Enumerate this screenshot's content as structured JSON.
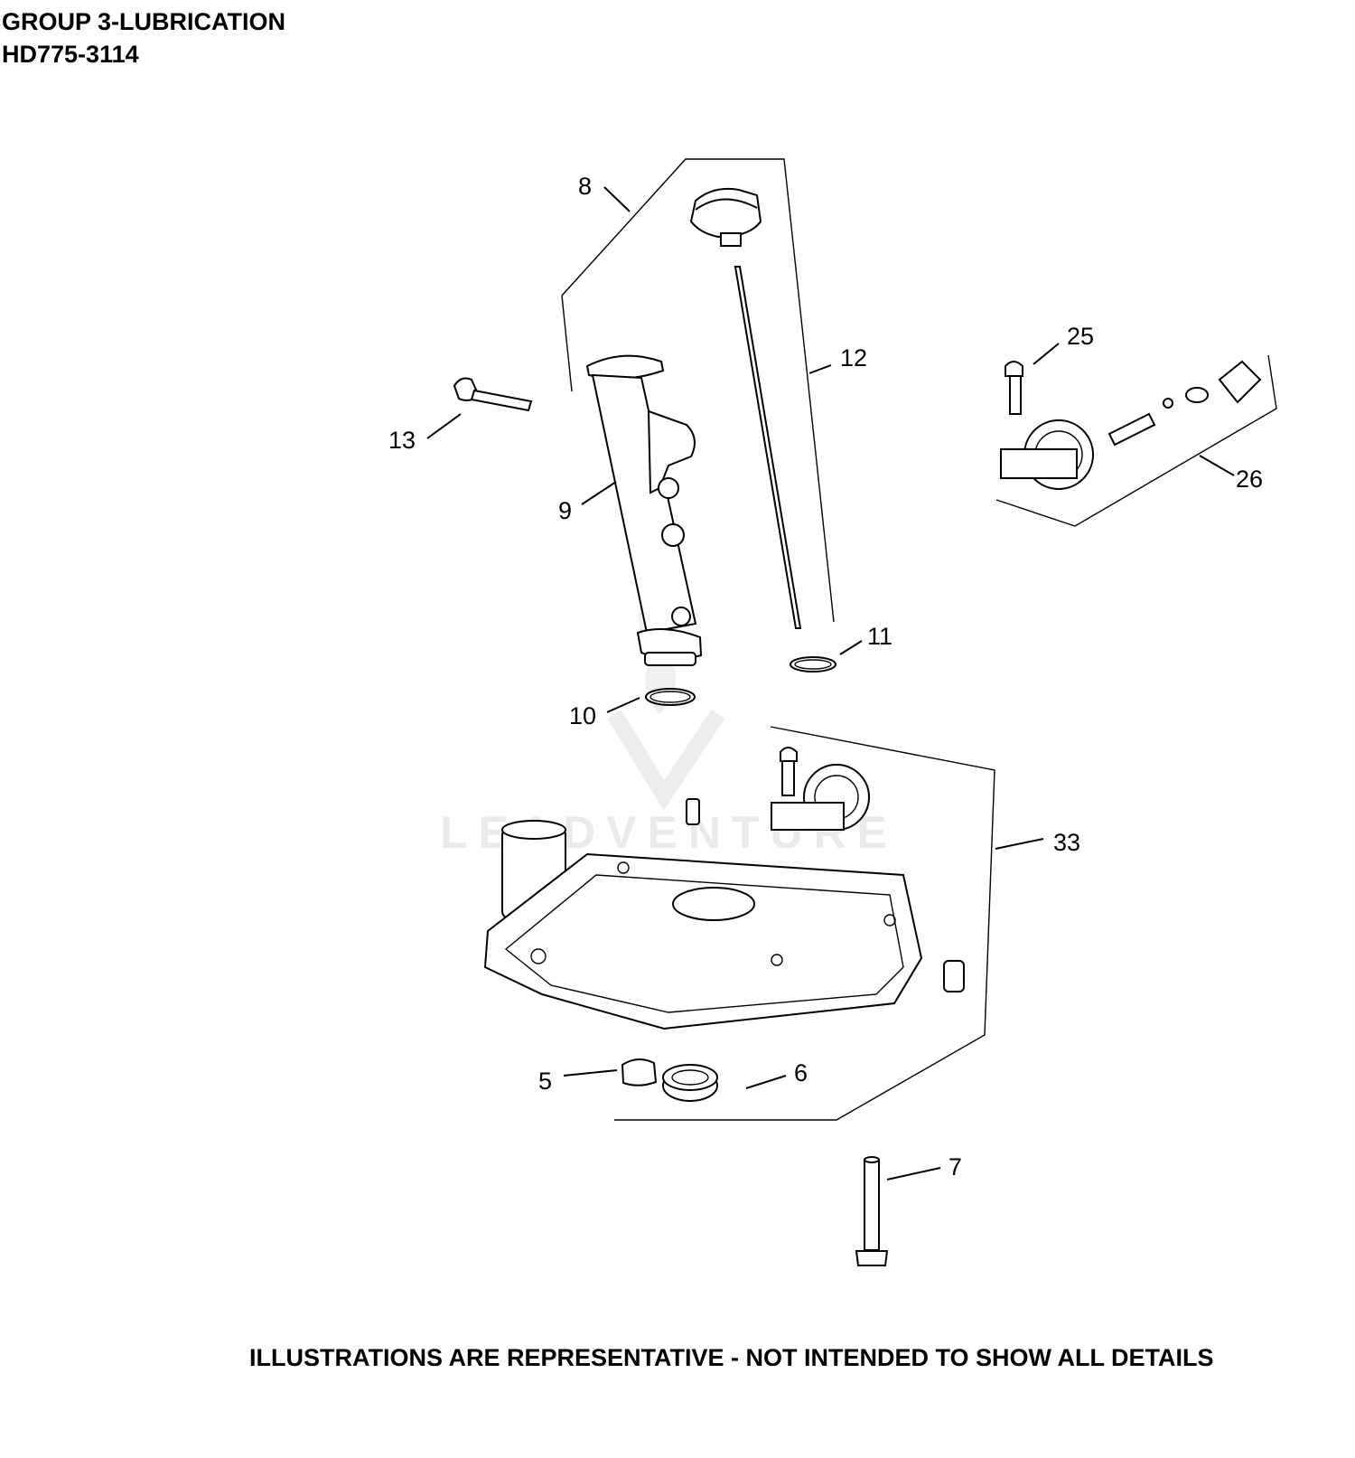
{
  "header": {
    "title": "GROUP 3-LUBRICATION",
    "model": "HD775-3114"
  },
  "footer": {
    "disclaimer": "ILLUSTRATIONS ARE REPRESENTATIVE - NOT INTENDED TO SHOW ALL DETAILS"
  },
  "watermark": {
    "text": "LEADVENTURE"
  },
  "callouts": [
    {
      "id": "8",
      "label": "8"
    },
    {
      "id": "12",
      "label": "12"
    },
    {
      "id": "25",
      "label": "25"
    },
    {
      "id": "13",
      "label": "13"
    },
    {
      "id": "9",
      "label": "9"
    },
    {
      "id": "26",
      "label": "26"
    },
    {
      "id": "11",
      "label": "11"
    },
    {
      "id": "10",
      "label": "10"
    },
    {
      "id": "33",
      "label": "33"
    },
    {
      "id": "5",
      "label": "5"
    },
    {
      "id": "6",
      "label": "6"
    },
    {
      "id": "7",
      "label": "7"
    }
  ]
}
